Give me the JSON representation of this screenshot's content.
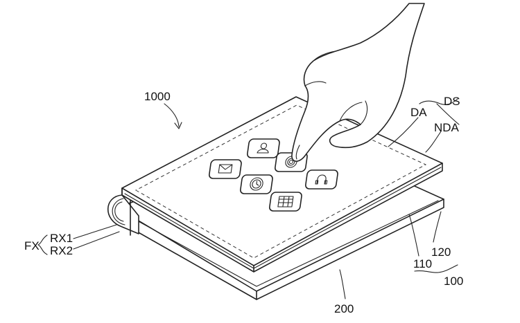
{
  "figure": {
    "colors": {
      "line": "#222222",
      "background": "#ffffff"
    },
    "labels": {
      "device": "1000",
      "display_surface": "DS",
      "display_area": "DA",
      "non_display_area": "NDA",
      "folding_axis": "FX",
      "first_axis": "RX1",
      "second_axis": "RX2",
      "part_110": "110",
      "part_120": "120",
      "panel_100": "100",
      "housing_200": "200"
    },
    "icons": [
      {
        "name": "person-icon"
      },
      {
        "name": "envelope-icon"
      },
      {
        "name": "camera-icon"
      },
      {
        "name": "clock-icon"
      },
      {
        "name": "headphones-icon"
      },
      {
        "name": "calendar-icon"
      }
    ]
  }
}
